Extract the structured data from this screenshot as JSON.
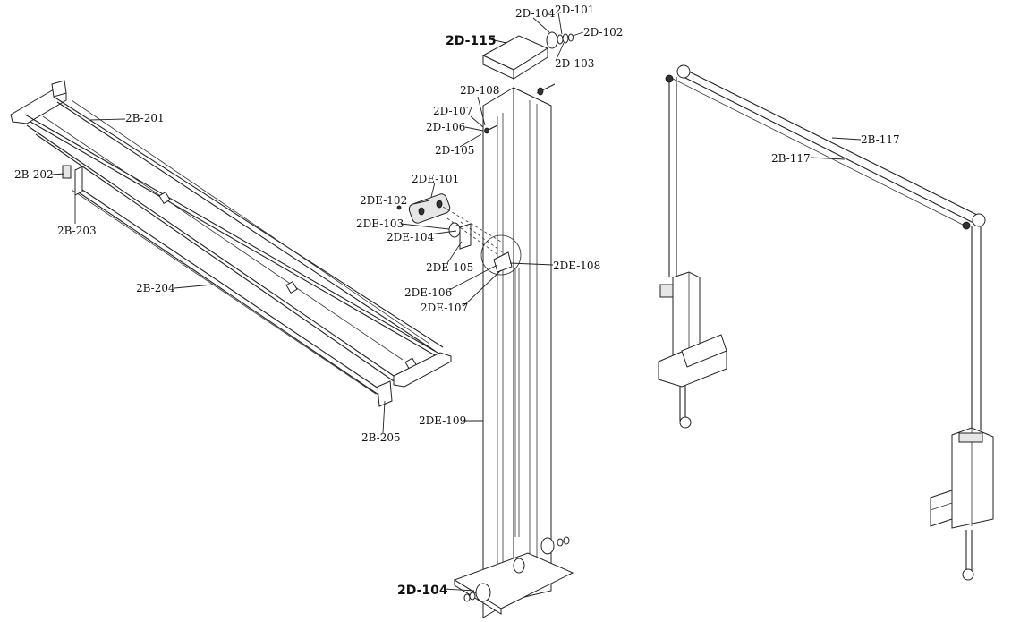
{
  "labels": {
    "b201": "2B-201",
    "b202": "2B-202",
    "b203": "2B-203",
    "b204": "2B-204",
    "b205": "2B-205",
    "d115": "2D-115",
    "d104_top": "2D-104",
    "d101": "2D-101",
    "d102": "2D-102",
    "d103": "2D-103",
    "d108": "2D-108",
    "d107": "2D-107",
    "d106": "2D-106",
    "d105": "2D-105",
    "de101": "2DE-101",
    "de102": "2DE-102",
    "de103": "2DE-103",
    "de104": "2DE-104",
    "de105": "2DE-105",
    "de106": "2DE-106",
    "de107": "2DE-107",
    "de108": "2DE-108",
    "de109": "2DE-109",
    "d104_bottom": "2D-104",
    "b117_a": "2B-117",
    "b117_b": "2B-117"
  }
}
